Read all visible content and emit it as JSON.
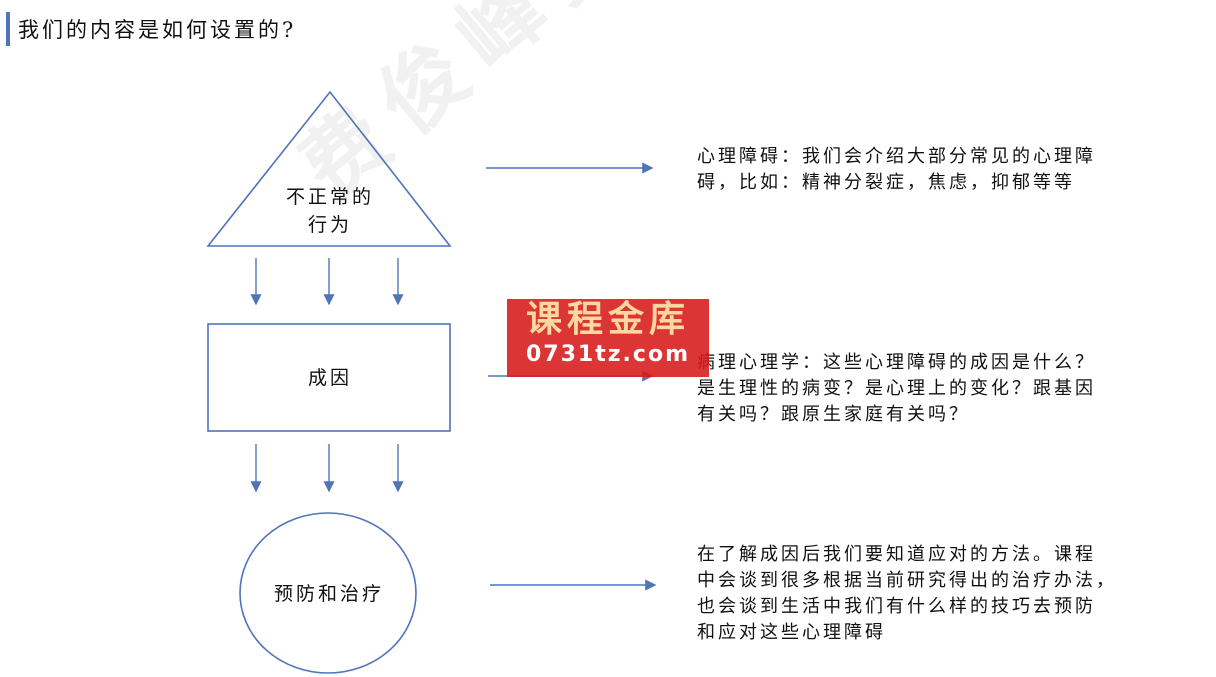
{
  "header": {
    "title": "我们的内容是如何设置的?"
  },
  "diagram": {
    "triangle_label": "不正常的\n行为",
    "rectangle_label": "成因",
    "circle_label": "预防和治疗"
  },
  "descriptions": [
    "心理障碍：我们会介绍大部分常见的心理障\n碍，比如：精神分裂症，焦虑，抑郁等等",
    "病理心理学：这些心理障碍的成因是什么？\n是生理性的病变？是心理上的变化？跟基因\n有关吗？跟原生家庭有关吗？",
    "在了解成因后我们要知道应对的方法。课程\n中会谈到很多根据当前研究得出的治疗办法，\n也会谈到生活中我们有什么样的技巧去预防\n和应对这些心理障碍"
  ],
  "watermark": {
    "text": "费俊峰变态心理学",
    "badge_line1": "课程金库",
    "badge_line2": "0731tz.com"
  },
  "colors": {
    "accent": "#4f74b8",
    "shape_stroke": "#4f74b8",
    "badge": "#d71919"
  }
}
